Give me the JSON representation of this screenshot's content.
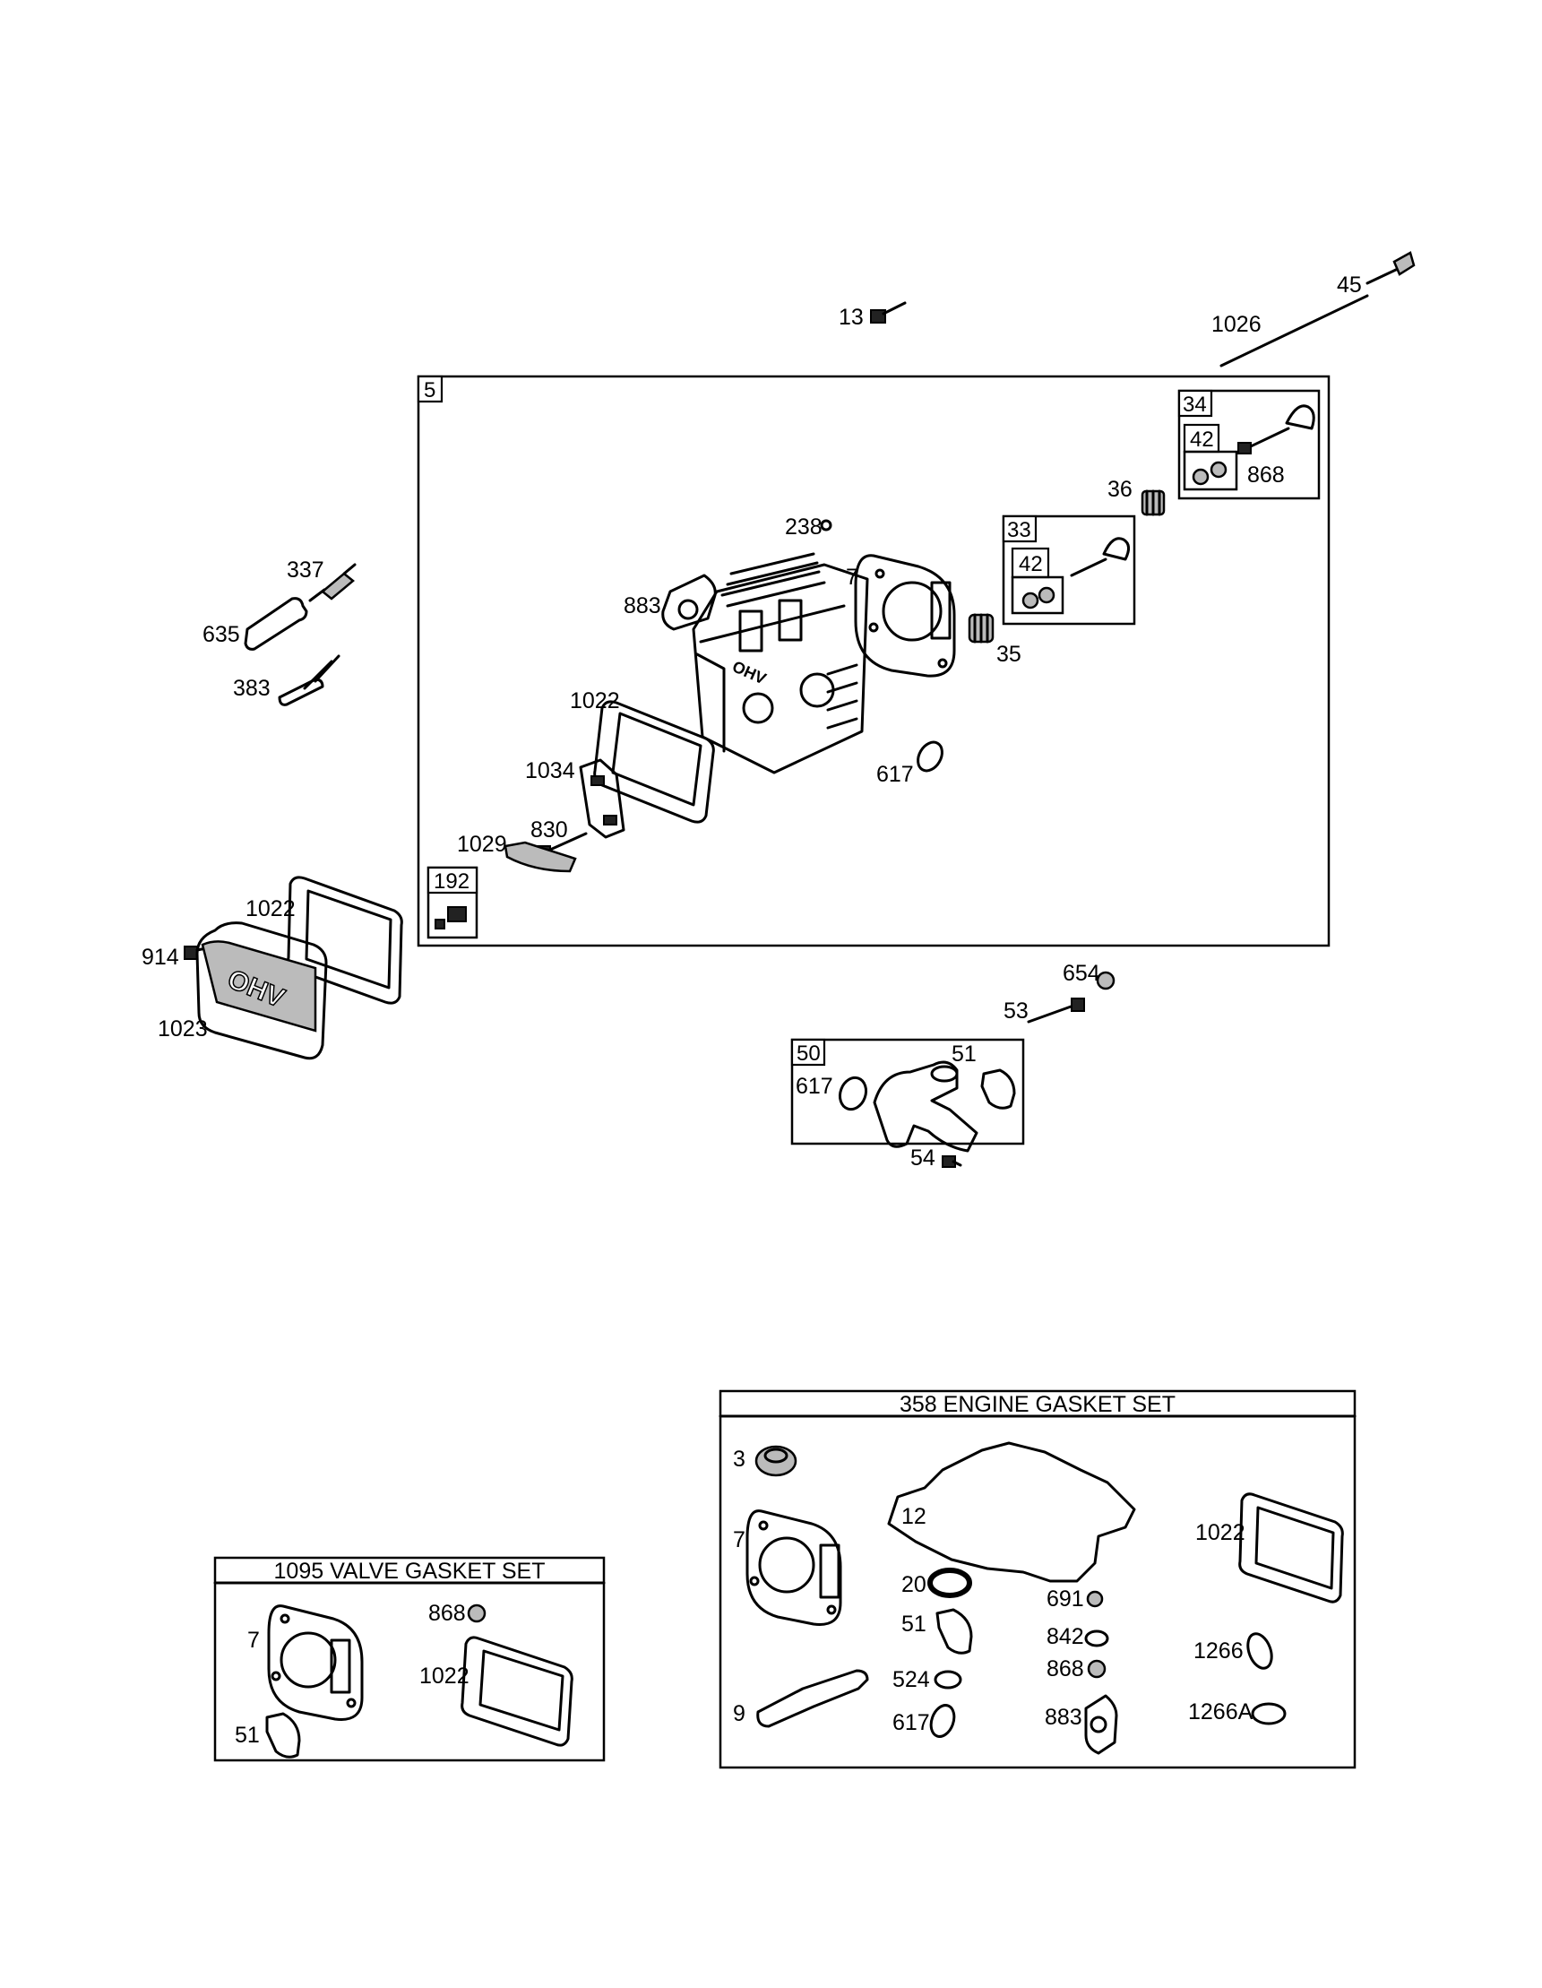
{
  "labels": {
    "p13": "13",
    "p45": "45",
    "p1026": "1026",
    "p5": "5",
    "p34": "34",
    "p42a": "42",
    "p868a": "868",
    "p36": "36",
    "p238": "238",
    "p33": "33",
    "p42b": "42",
    "p7a": "7",
    "p883a": "883",
    "p35": "35",
    "p337": "337",
    "p635": "635",
    "p383": "383",
    "p1022a": "1022",
    "p617a": "617",
    "p1034": "1034",
    "p830": "830",
    "p1029": "1029",
    "p192": "192",
    "p1022b": "1022",
    "p914": "914",
    "p1023": "1023",
    "p654": "654",
    "p53": "53",
    "p50": "50",
    "p51a": "51",
    "p617b": "617",
    "p54": "54",
    "p7b": "7",
    "p868b": "868",
    "p1022c": "1022",
    "p51b": "51",
    "p3": "3",
    "p12": "12",
    "p7c": "7",
    "p1022d": "1022",
    "p20": "20",
    "p691": "691",
    "p51c": "51",
    "p842": "842",
    "p1266": "1266",
    "p524": "524",
    "p868c": "868",
    "p9": "9",
    "p617c": "617",
    "p883b": "883",
    "p1266a": "1266A"
  },
  "kits": {
    "valve_gasket_set": "1095 VALVE GASKET SET",
    "engine_gasket_set": "358 ENGINE GASKET SET"
  },
  "cover_text": "OHV"
}
